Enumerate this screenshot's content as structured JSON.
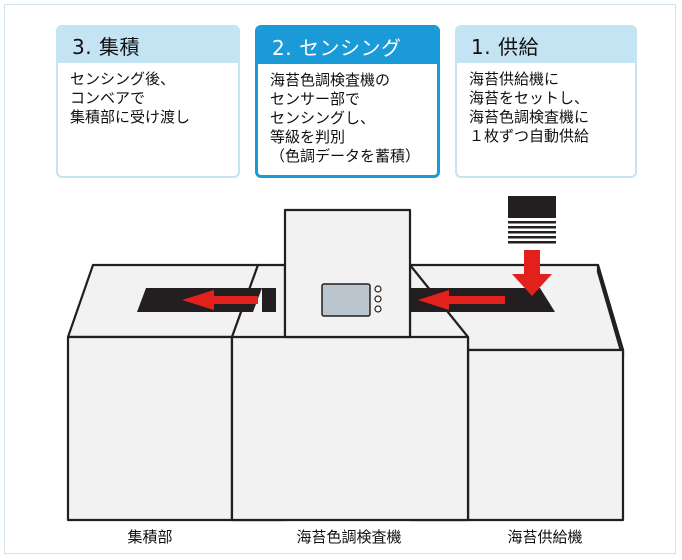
{
  "steps": [
    {
      "id": "supply",
      "title": "1. 供給",
      "lines": [
        "海苔供給機に",
        "海苔をセットし、",
        "海苔色調検査機に",
        "１枚ずつ自動供給"
      ],
      "active": false
    },
    {
      "id": "sensing",
      "title": "2. センシング",
      "lines": [
        "海苔色調検査機の",
        "センサー部で",
        "センシングし、",
        "等級を判別",
        "（色調データを蓄積）"
      ],
      "active": true
    },
    {
      "id": "stacking",
      "title": "3. 集積",
      "lines": [
        "センシング後、",
        "コンベアで",
        "集積部に受け渡し"
      ],
      "active": false
    }
  ],
  "labels": {
    "stacker": "集積部",
    "inspector": "海苔色調検査機",
    "feeder": "海苔供給機"
  },
  "colors": {
    "accent": "#1a9ad7",
    "card_header": "#c4e3f3",
    "arrow": "#e2211c",
    "machine_fill": "#f2f2f2",
    "machine_stroke": "#231f20",
    "screen": "#b9c4cc"
  }
}
